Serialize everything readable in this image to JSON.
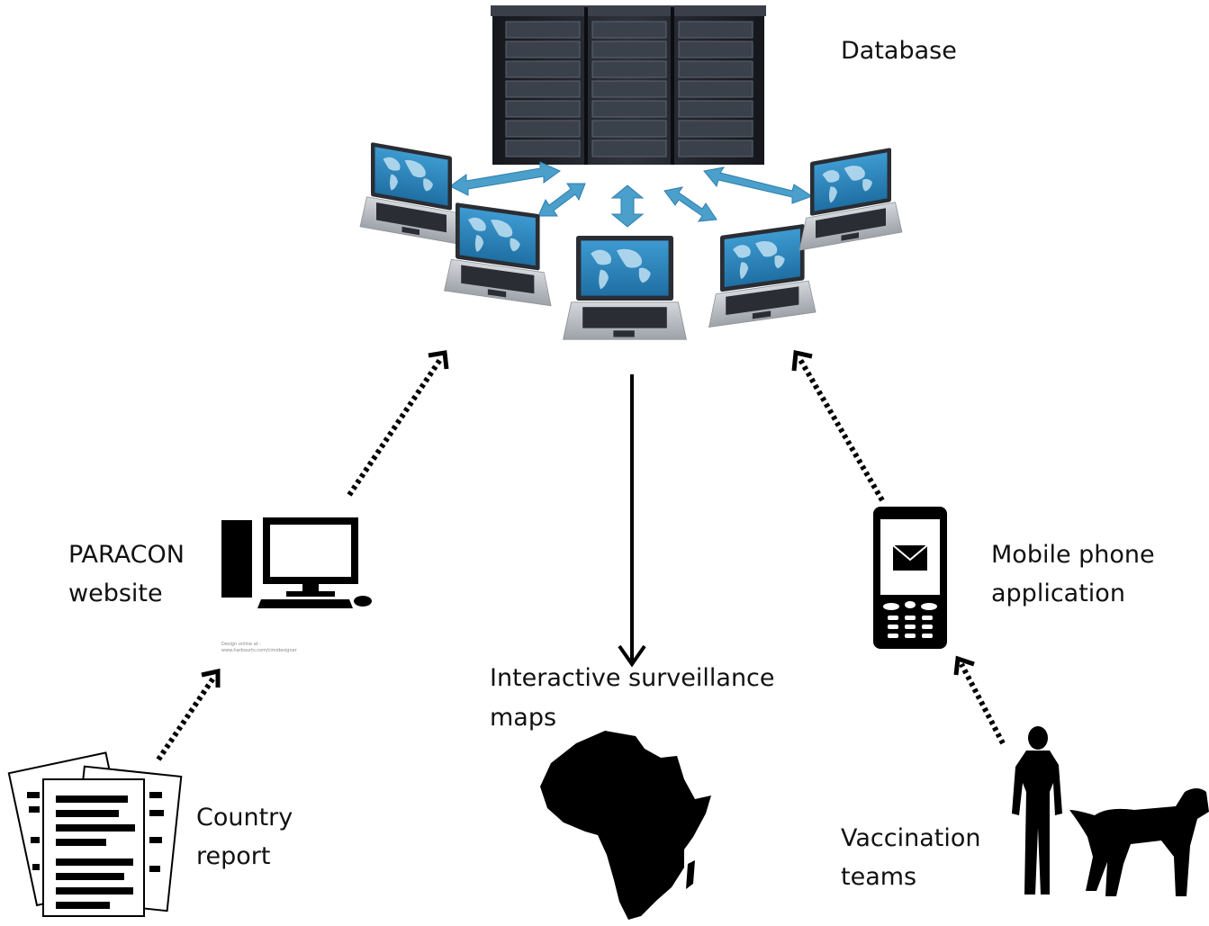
{
  "labels": {
    "database": "Database",
    "paracon_line1": "PARACON",
    "paracon_line2": "website",
    "mobile_line1": "Mobile phone",
    "mobile_line2": "application",
    "maps_line1": "Interactive surveillance",
    "maps_line2": "maps",
    "country_line1": "Country",
    "country_line2": "report",
    "vaccination_line1": "Vaccination",
    "vaccination_line2": "teams"
  },
  "credit": {
    "line1": "Design online at :",
    "line2": "www.harbourts.com/cimidesigner"
  },
  "colors": {
    "server_rack": "#23262e",
    "laptop_body": "#b8bcc1",
    "screen_blue": "#2f86bb",
    "arrow_blue": "#4a9fcb",
    "silhouette": "#000000"
  },
  "icons": [
    "server-rack-icon",
    "laptop-icon",
    "desktop-computer-icon",
    "mobile-phone-icon",
    "document-stack-icon",
    "africa-map-icon",
    "person-silhouette-icon",
    "dog-silhouette-icon"
  ]
}
